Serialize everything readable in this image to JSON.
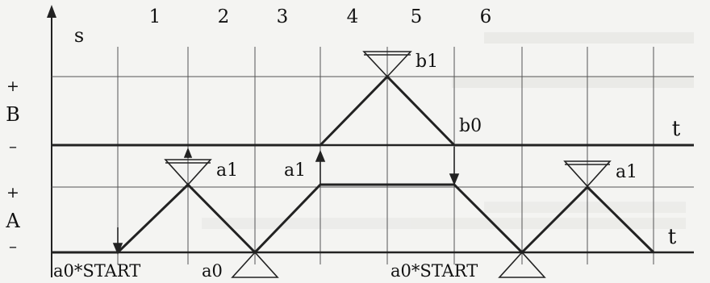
{
  "diagram": {
    "step_numbers": [
      "1",
      "2",
      "3",
      "4",
      "5",
      "6"
    ],
    "state_label": "s",
    "time_label": "t",
    "time_label_lower": "t",
    "signal_B": {
      "name": "B",
      "high_mark": "+",
      "low_mark": "–"
    },
    "signal_A": {
      "name": "A",
      "high_mark": "+",
      "low_mark": "–"
    },
    "annotations": {
      "b1": "b1",
      "b0": "b0",
      "a1_first": "a1",
      "a1_second": "a1",
      "a1_third": "a1",
      "a0_start_first": "a0*START",
      "a0": "a0",
      "a0_start_second": "a0*START"
    },
    "colors": {
      "ink": "#222222",
      "grid": "#555555",
      "paper": "#f4f4f2"
    }
  }
}
